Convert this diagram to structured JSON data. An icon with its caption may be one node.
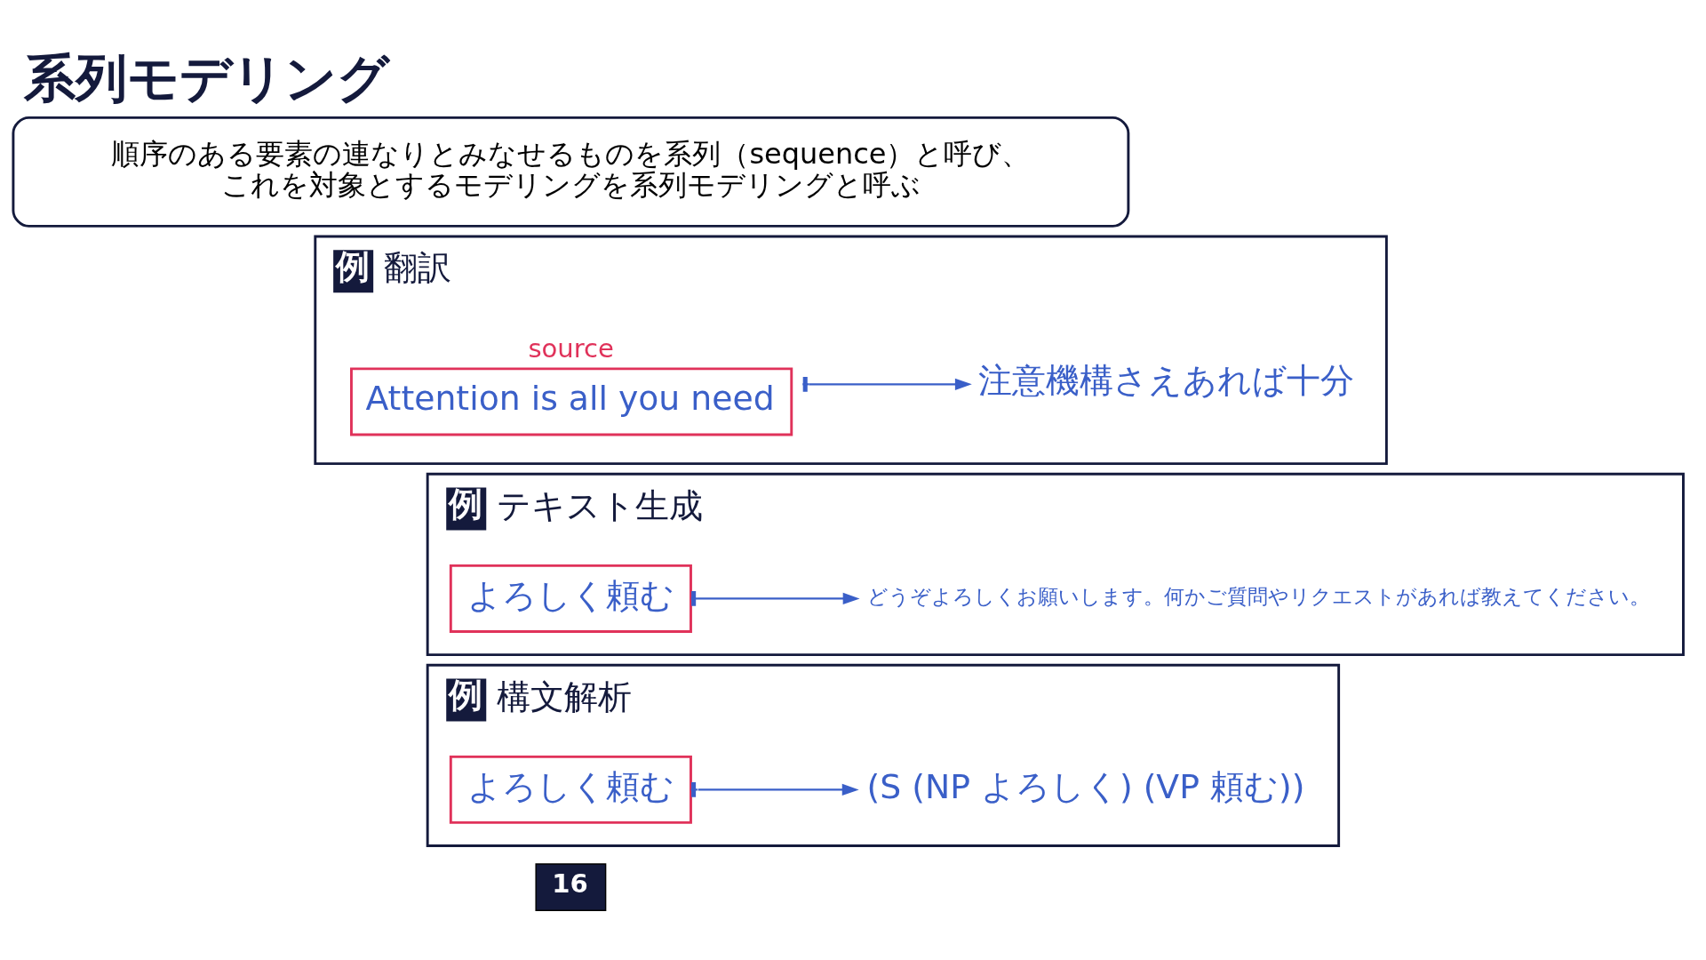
{
  "diagram": {
    "title": "系列モデリング",
    "nodes": [
      {
        "text": [
          "順序のある要素の連なりとみなせるものを系列（sequence）と呼び、これを対象とするモデリングを系列モデリングと呼ぶ"
        ]
      },
      {
        "text": [
          "例",
          "翻訳"
        ]
      },
      {
        "text": [
          "Attention is all you need"
        ],
        "in": 1,
        "beside": [
          "source"
        ]
      },
      {
        "text": [
          "注意機構さえあれば十分"
        ],
        "in": 1
      },
      {
        "text": [
          "例",
          "テキスト生成"
        ]
      },
      {
        "text": [
          "よろしく頼む"
        ],
        "in": 4
      },
      {
        "text": [
          "どうぞよろしくお願いします。何かご質問やリクエストがあれば教えてください。"
        ],
        "in": 4
      },
      {
        "text": [
          "例",
          "構文解析"
        ]
      },
      {
        "text": [
          "よろしく頼む"
        ],
        "in": 7
      },
      {
        "text": [
          "(S (NP よろしく) (VP 頼む))"
        ],
        "in": 7
      }
    ],
    "edges": [
      {
        "from": 2,
        "to": 3,
        "arrow": "to"
      },
      {
        "from": 5,
        "to": 6,
        "arrow": "to"
      },
      {
        "from": 8,
        "to": 9,
        "arrow": "to"
      }
    ],
    "labels": [
      "16"
    ]
  }
}
